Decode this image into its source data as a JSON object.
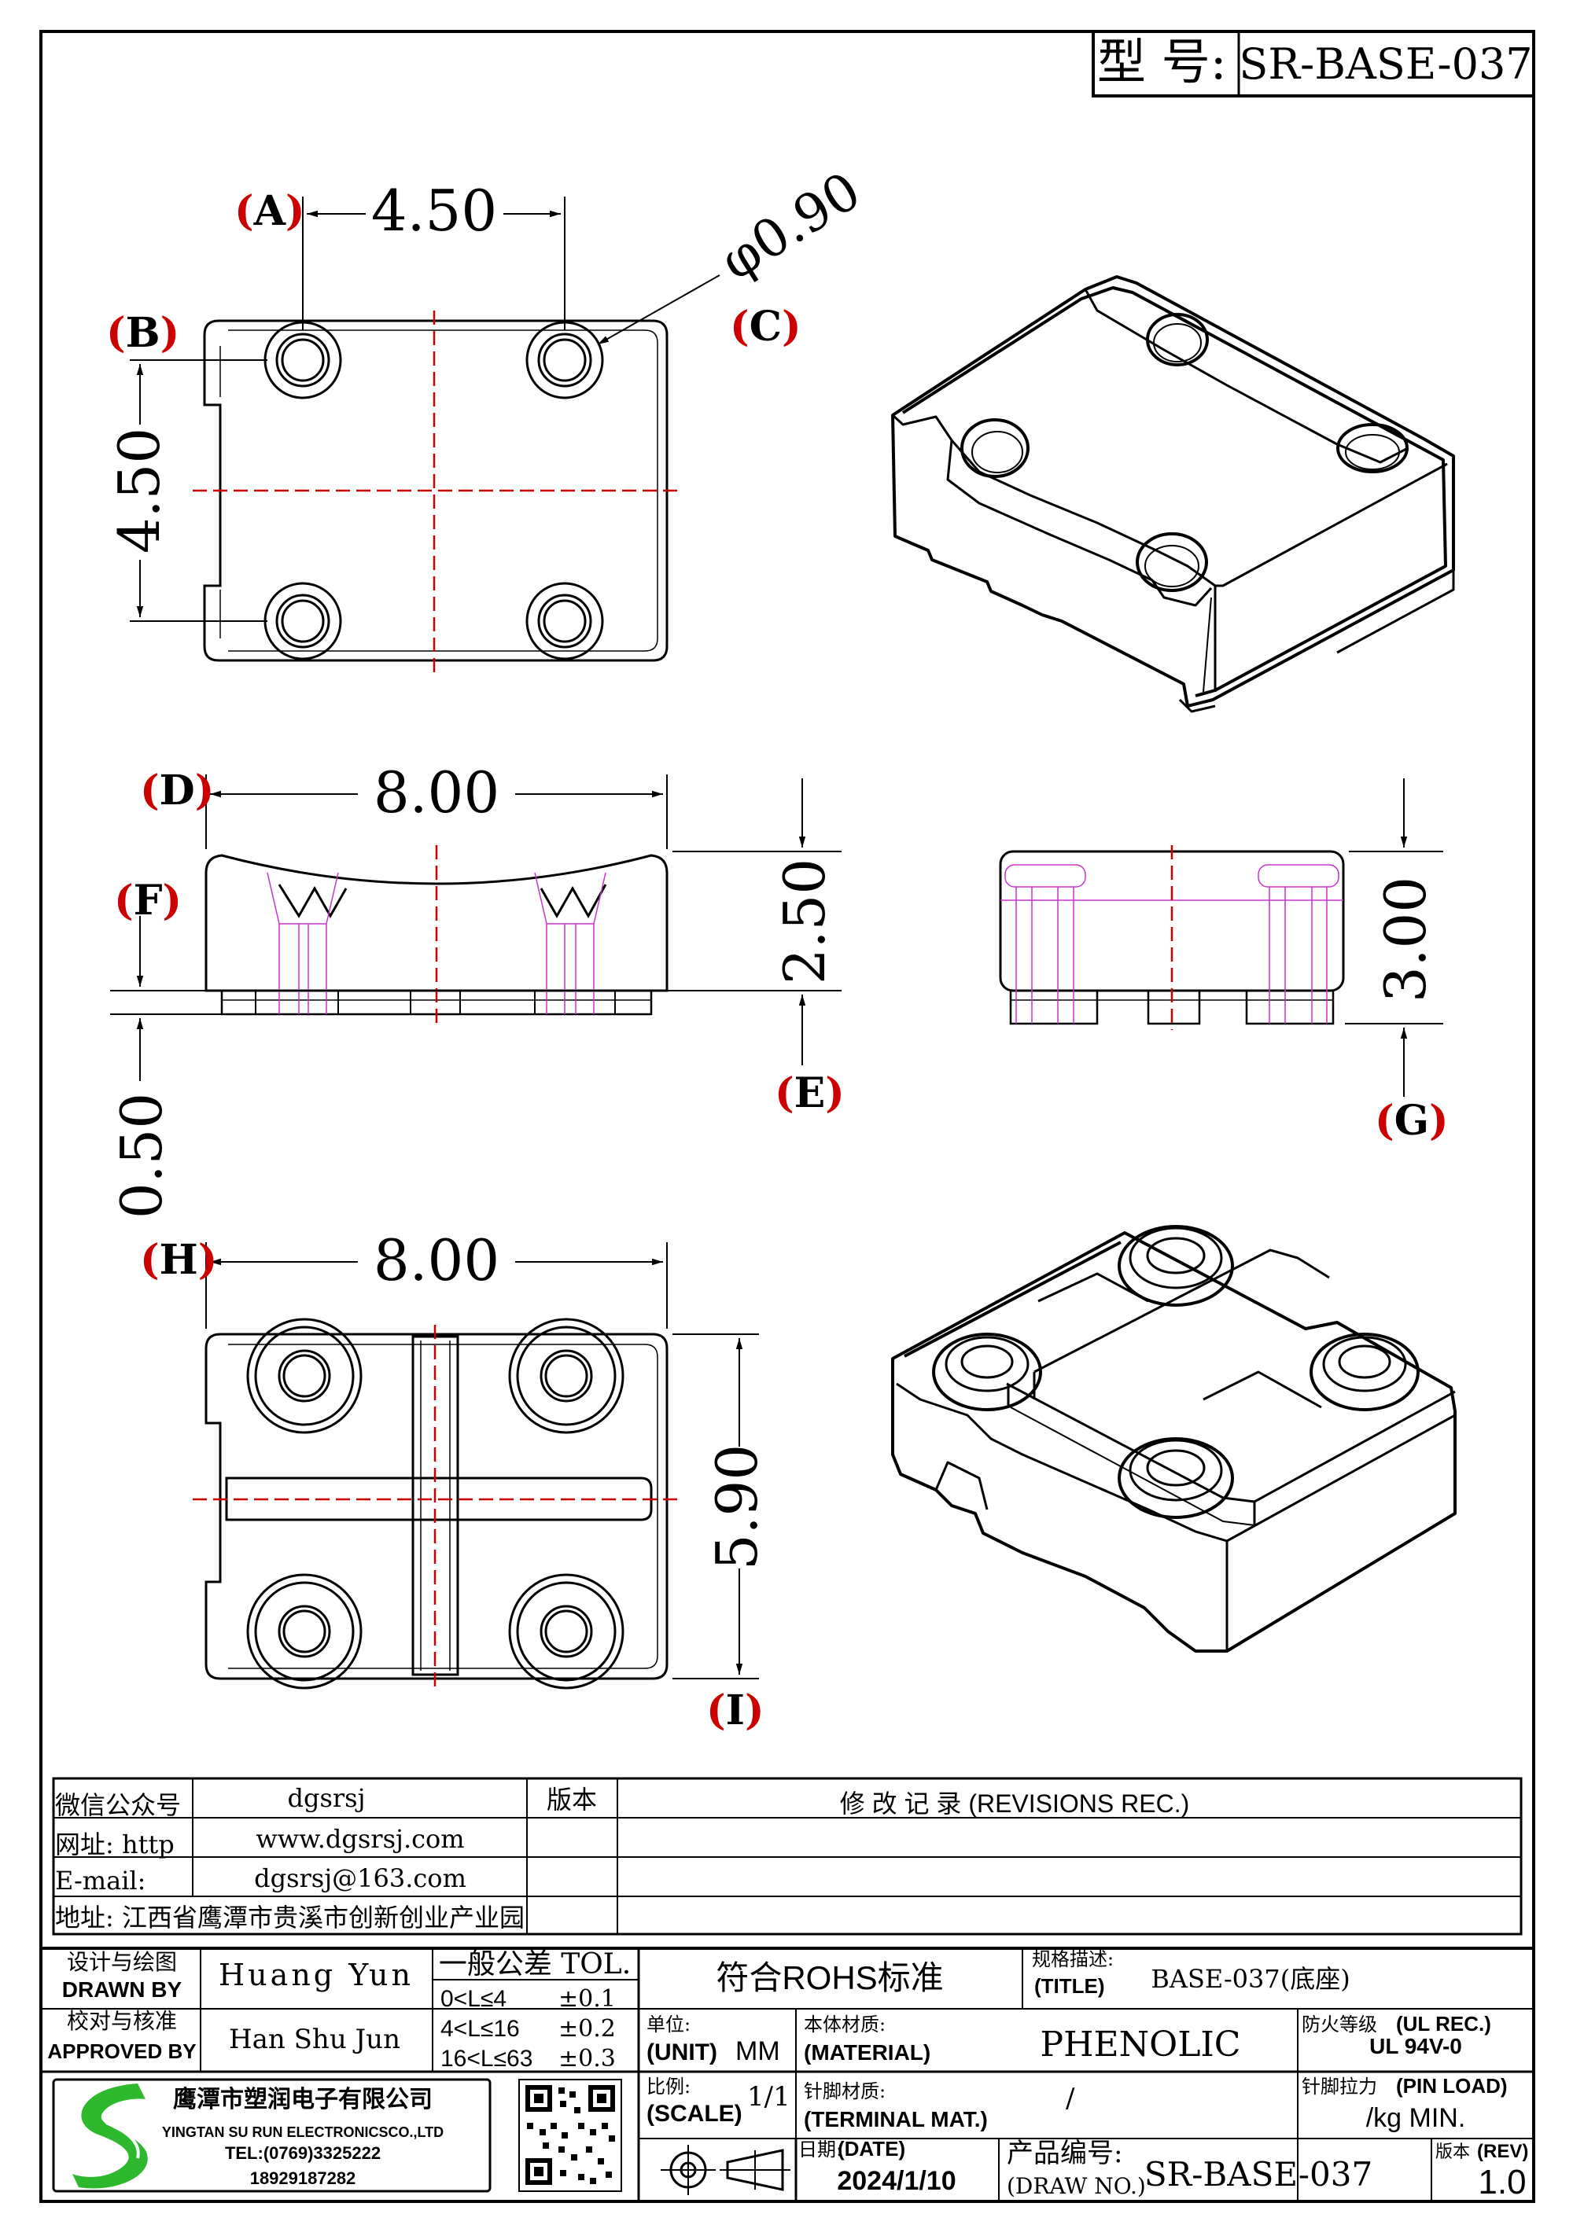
{
  "model": {
    "label": "型 号:",
    "value": "SR-BASE-037"
  },
  "dimensions": {
    "top_width": "4.50",
    "top_height": "4.50",
    "hole_dia": "φ0.90",
    "front_width": "8.00",
    "front_height": "2.50",
    "pin_height": "0.50",
    "side_height": "3.00",
    "bottom_width": "8.00",
    "bottom_height": "5.90"
  },
  "markers": {
    "a": "A",
    "b": "B",
    "c": "C",
    "d": "D",
    "e": "E",
    "f": "F",
    "g": "G",
    "h": "H",
    "i": "I"
  },
  "info": {
    "wechat_label": "微信公众号",
    "wechat_value": "dgsrsj",
    "web_label": "网址: http",
    "web_value": "www.dgsrsj.com",
    "email_label": "E-mail:",
    "email_value": "dgsrsj@163.com",
    "address": "地址: 江西省鹰潭市贵溪市创新创业产业园",
    "version_label": "版本",
    "revisions": "修 改 记 录 (REVISIONS REC.)"
  },
  "title_block": {
    "designer_cn": "设计与绘图",
    "designer_en": "DRAWN BY",
    "designer_name": "Huang Yun",
    "approver_cn": "校对与核准",
    "approver_en": "APPROVED BY",
    "approver_name": "Han Shu Jun",
    "tol_title": "一般公差 TOL.",
    "tol_rows": [
      {
        "range": "0<L≤4",
        "value": "±0.1"
      },
      {
        "range": "4<L≤16",
        "value": "±0.2"
      },
      {
        "range": "16<L≤63",
        "value": "±0.3"
      }
    ],
    "rohs": "符合ROHS标准",
    "title_cn": "规格描述:",
    "title_en": "(TITLE)",
    "title_value": "BASE-037(底座)",
    "unit_cn": "单位:",
    "unit_en": "(UNIT)",
    "unit_value": "MM",
    "material_cn": "本体材质:",
    "material_en": "(MATERIAL)",
    "material_value": "PHENOLIC",
    "fire_cn": "防火等级",
    "fire_en": "(UL REC.)",
    "fire_value": "UL 94V-0",
    "scale_cn": "比例:",
    "scale_en": "(SCALE)",
    "scale_value": "1/1",
    "terminal_cn": "针脚材质:",
    "terminal_en": "(TERMINAL MAT.)",
    "terminal_value": "/",
    "pin_cn": "针脚拉力",
    "pin_en": "(PIN LOAD)",
    "pin_value": "/kg MIN.",
    "date_cn": "日期:",
    "date_en": "(DATE)",
    "date_value": "2024/1/10",
    "drawno_cn": "产品编号:",
    "drawno_en": "(DRAW NO.)",
    "drawno_value": "SR-BASE-037",
    "rev_cn": "版本",
    "rev_en": "(REV)",
    "rev_value": "1.0",
    "company_cn": "鹰潭市塑润电子有限公司",
    "company_en": "YINGTAN SU RUN ELECTRONICSCO.,LTD",
    "tel": "TEL:(0769)3325222",
    "mobile": "18929187282"
  },
  "colors": {
    "line": "#000000",
    "center": "#cc0000",
    "hidden": "#cc33cc",
    "logo": "#2eb82e"
  }
}
